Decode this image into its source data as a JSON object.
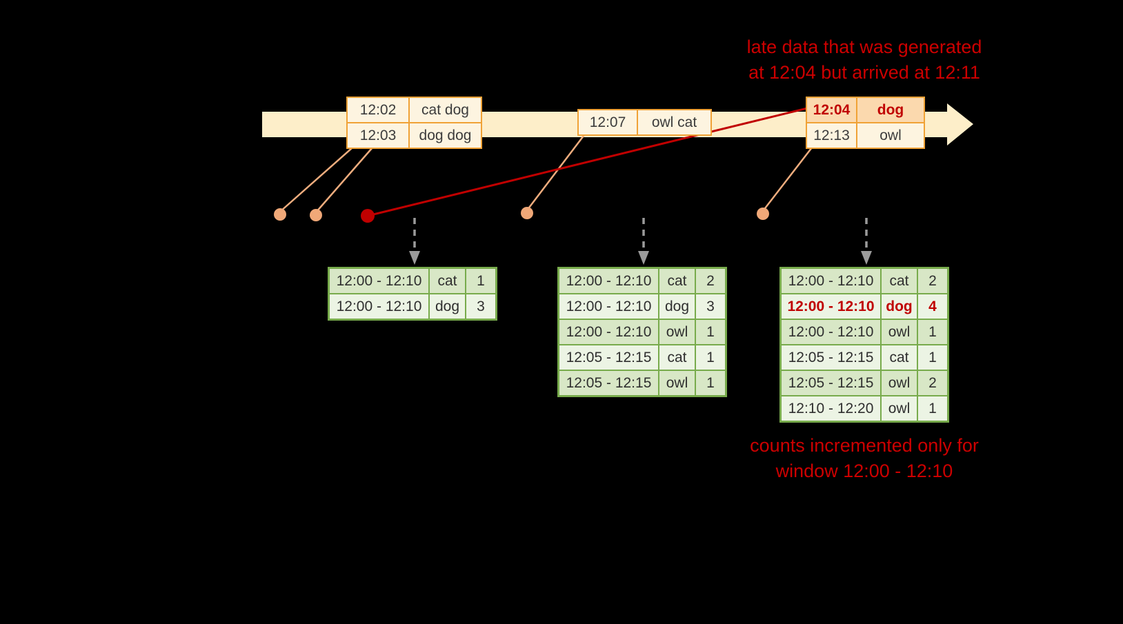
{
  "colors": {
    "background": "#000000",
    "timeline": "#fdeec9",
    "event_border": "#f0a236",
    "event_fill": "#fdf4e0",
    "late_fill": "#fbd9ae",
    "connector": "#f0ad7e",
    "dot": "#f0a878",
    "late_red": "#c00000",
    "table_border": "#78ab4c",
    "row_dark": "#d8e7c6",
    "row_light": "#ecf4e4",
    "arrow_gray": "#9b9b9b",
    "annotation_red": "#cc0000"
  },
  "annotations": {
    "late_data_line1": "late data that was generated",
    "late_data_line2": "at 12:04 but arrived at 12:11",
    "counts_line1": "counts incremented only for",
    "counts_line2": "window 12:00 - 12:10"
  },
  "event_boxes": [
    {
      "rows": [
        {
          "time": "12:02",
          "words": "cat dog"
        },
        {
          "time": "12:03",
          "words": "dog dog"
        }
      ]
    },
    {
      "rows": [
        {
          "time": "12:07",
          "words": "owl cat"
        }
      ]
    },
    {
      "rows": [
        {
          "time": "12:04",
          "words": "dog",
          "highlight": true
        },
        {
          "time": "12:13",
          "words": "owl"
        }
      ]
    }
  ],
  "result_tables": [
    {
      "rows": [
        {
          "window": "12:00 - 12:10",
          "word": "cat",
          "count": "1"
        },
        {
          "window": "12:00 - 12:10",
          "word": "dog",
          "count": "3"
        }
      ]
    },
    {
      "rows": [
        {
          "window": "12:00 - 12:10",
          "word": "cat",
          "count": "2"
        },
        {
          "window": "12:00 - 12:10",
          "word": "dog",
          "count": "3"
        },
        {
          "window": "12:00 - 12:10",
          "word": "owl",
          "count": "1"
        },
        {
          "window": "12:05 - 12:15",
          "word": "cat",
          "count": "1"
        },
        {
          "window": "12:05 - 12:15",
          "word": "owl",
          "count": "1"
        }
      ]
    },
    {
      "rows": [
        {
          "window": "12:00 - 12:10",
          "word": "cat",
          "count": "2"
        },
        {
          "window": "12:00 - 12:10",
          "word": "dog",
          "count": "4",
          "highlight": true
        },
        {
          "window": "12:00 - 12:10",
          "word": "owl",
          "count": "1"
        },
        {
          "window": "12:05 - 12:15",
          "word": "cat",
          "count": "1"
        },
        {
          "window": "12:05 - 12:15",
          "word": "owl",
          "count": "2"
        },
        {
          "window": "12:10 - 12:20",
          "word": "owl",
          "count": "1"
        }
      ]
    }
  ]
}
